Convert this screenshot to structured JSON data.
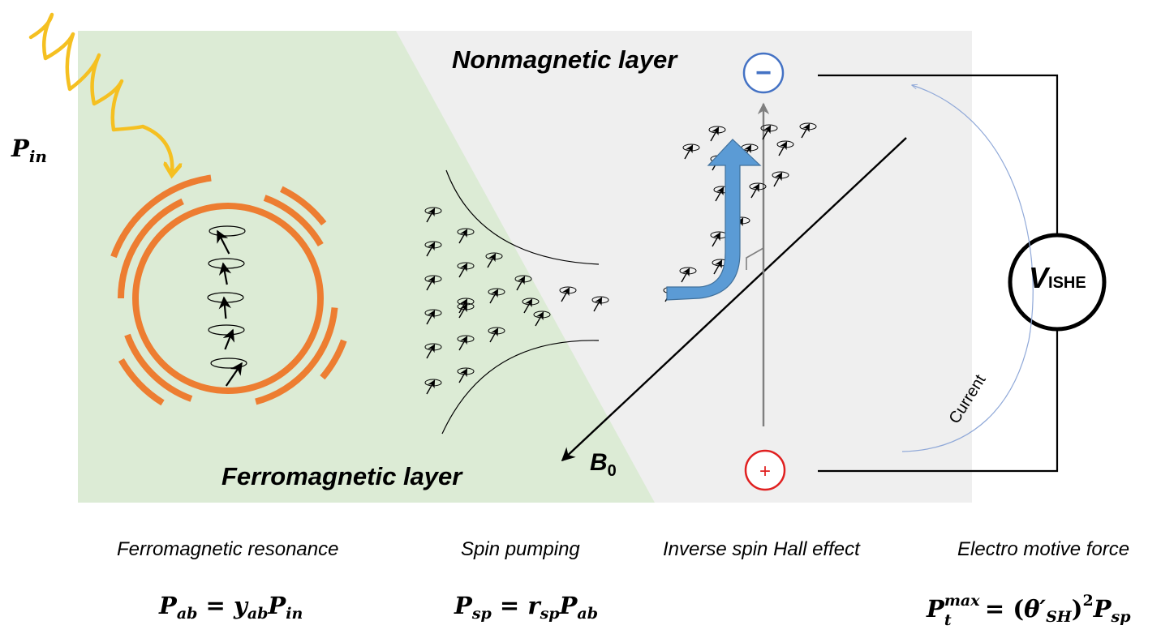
{
  "labels": {
    "nonmagnetic": "Nonmagnetic layer",
    "ferromagnetic": "Ferromagnetic layer",
    "p_in": {
      "base": "P",
      "sub": "in"
    },
    "b0": {
      "base": "B",
      "sub": "0"
    },
    "vishe": {
      "base": "V",
      "sub": "ISHE"
    },
    "current": "Current",
    "minus": "−",
    "plus": "+"
  },
  "captions": [
    "Ferromagnetic resonance",
    "Spin pumping",
    "Inverse spin Hall effect",
    "Electro motive force"
  ],
  "equations": {
    "pab": {
      "lhs": "P",
      "lhs_sub": "ab",
      "eq": "=",
      "y": "y",
      "y_sub": "ab",
      "p": "P",
      "p_sub": "in"
    },
    "psp": {
      "lhs": "P",
      "lhs_sub": "sp",
      "eq": "=",
      "r": "r",
      "r_sub": "sp",
      "p": "P",
      "p_sub": "ab"
    },
    "pt": {
      "lhs": "P",
      "lhs_sub": "t",
      "lhs_sup": "max",
      "eq": "=",
      "open": "(",
      "theta": "θ′",
      "theta_sub": "SH",
      "close": ")",
      "exp": "2",
      "p": "P",
      "p_sub": "sp"
    }
  },
  "colors": {
    "ferro_bg": "#dcebd5",
    "nonmag_bg": "#efefef",
    "wave": "#f5c021",
    "rings": "#ed7d31",
    "spin_arrow": "#5b9bd5",
    "minus_terminal": "#4472c4",
    "plus_terminal": "#e02020",
    "current_arc": "#8fa8d8"
  }
}
